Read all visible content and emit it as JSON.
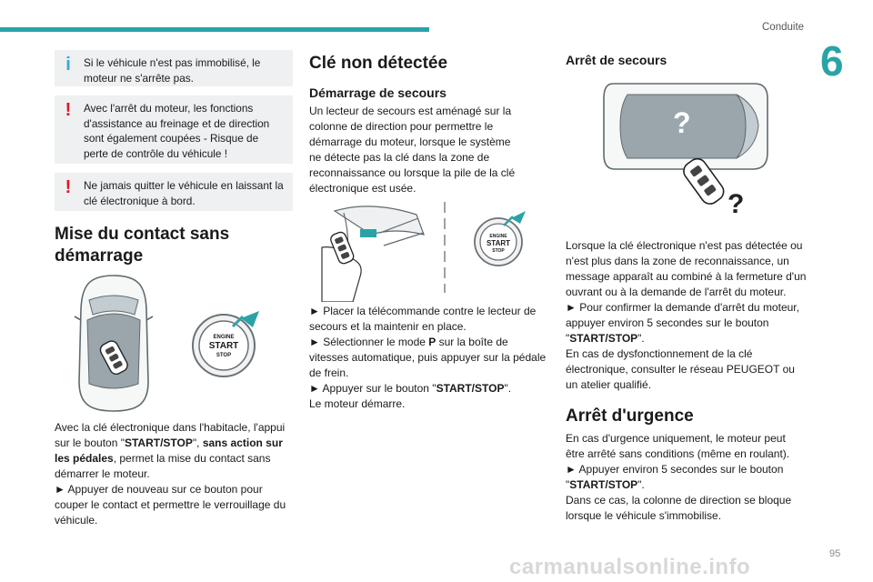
{
  "header": {
    "section": "Conduite",
    "chapter": "6"
  },
  "col1": {
    "note1": "Si le véhicule n'est pas immobilisé, le moteur ne s'arrête pas.",
    "note2": "Avec l'arrêt du moteur, les fonctions d'assistance au freinage et de direction sont également coupées - Risque de perte de contrôle du véhicule !",
    "note3": "Ne jamais quitter le véhicule en laissant la clé électronique à bord.",
    "heading": "Mise du contact sans démarrage",
    "figure_button_text": [
      "ENGINE",
      "START",
      "STOP"
    ],
    "para": [
      "Avec la clé électronique dans l'habitacle, l'appui sur le bouton \"",
      "START/STOP",
      "\", ",
      "sans action sur les pédales",
      ", permet la mise du contact sans démarrer le moteur.",
      "► Appuyer de nouveau sur ce bouton pour couper le contact et permettre le verrouillage du véhicule."
    ]
  },
  "col2": {
    "heading": "Clé non détectée",
    "subheading": "Démarrage de secours",
    "intro": "Un lecteur de secours est aménagé sur la colonne de direction pour permettre le démarrage du moteur, lorsque le système ne détecte pas la clé dans la zone de reconnaissance ou lorsque la pile de la clé électronique est usée.",
    "figure_button_text": [
      "ENGINE",
      "START",
      "STOP"
    ],
    "steps": [
      "► Placer la télécommande contre le lecteur de secours et la maintenir en place.",
      "► Sélectionner le mode ",
      "P",
      " sur la boîte de vitesses automatique, puis appuyer sur la pédale de frein.",
      "► Appuyer sur le bouton \"",
      "START/STOP",
      "\".",
      "Le moteur démarre."
    ]
  },
  "col3": {
    "subheading": "Arrêt de secours",
    "question": "?",
    "para1": [
      "Lorsque la clé électronique n'est pas détectée ou n'est plus dans la zone de reconnaissance, un message apparaît au combiné à la fermeture d'un ouvrant ou à la demande de l'arrêt du moteur.",
      "► Pour confirmer la demande d'arrêt du moteur, appuyer environ 5 secondes sur le bouton \"",
      "START/STOP",
      "\".",
      "En cas de dysfonctionnement de la clé électronique, consulter le réseau PEUGEOT ou un atelier qualifié."
    ],
    "heading": "Arrêt d'urgence",
    "para2": [
      "En cas d'urgence uniquement, le moteur peut être arrêté sans conditions (même en roulant).",
      "► Appuyer environ 5 secondes sur le bouton \"",
      "START/STOP",
      "\".",
      "Dans ce cas, la colonne de direction se bloque lorsque le véhicule s'immobilise."
    ]
  },
  "footer": {
    "watermark": "carmanualsonline.info",
    "page": "95"
  },
  "colors": {
    "accent": "#2aa3a7",
    "info": "#3aa7d8",
    "warning": "#e0152a",
    "notebg": "#eef0f1"
  }
}
